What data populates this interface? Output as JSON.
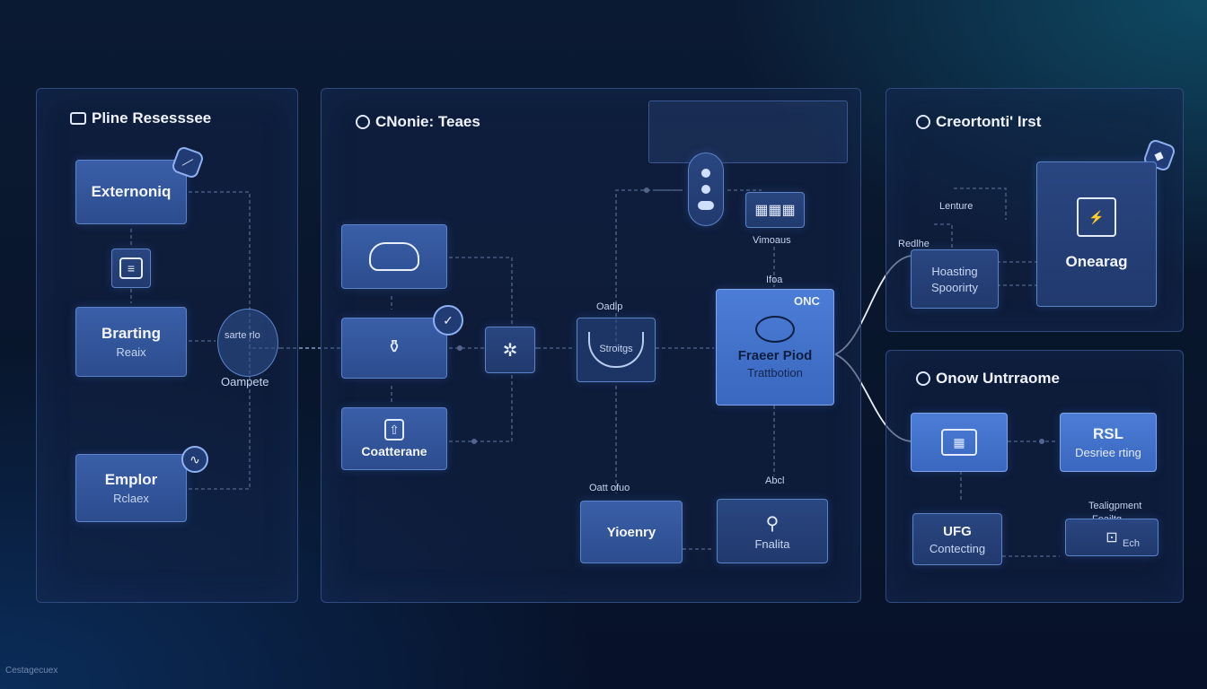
{
  "panels": {
    "left": {
      "title": "Pline Resesssee"
    },
    "center": {
      "title": "CNonie: Teaes"
    },
    "right_top": {
      "title": "Creortonti' Irst"
    },
    "right_bottom": {
      "title": "Onow Untrraome"
    }
  },
  "nodes": {
    "externoniq": {
      "main": "Externoniq"
    },
    "brarting": {
      "main": "Brarting",
      "sub": "Reaix"
    },
    "emplor": {
      "main": "Emplor",
      "sub": "Rclaex"
    },
    "oampete": {
      "label": "Oampete",
      "inner": "sarte rlo"
    },
    "cloud_node": {},
    "center_mid": {},
    "coatterane": {
      "main": "Coatterane"
    },
    "stroitgs": {
      "main": "Stroitgs",
      "top": "Oadlp"
    },
    "process_node": {
      "main": "Fraeer Piod",
      "sub": "Trattbotion",
      "corner": "ONC"
    },
    "vimoaus": {
      "label": "Vimoaus"
    },
    "ifoa": {
      "label": "Ifoa"
    },
    "abcl": {
      "label": "Abcl"
    },
    "ycenry": {
      "main": "Yioenry",
      "top": "Oatt ofuo"
    },
    "search_node": {
      "sub": "Fnalita"
    },
    "lenture": {
      "label": "Lenture"
    },
    "redlhe": {
      "label": "Redlhe"
    },
    "hoasting": {
      "main": "Hoasting",
      "sub": "Spoorirty"
    },
    "onearag": {
      "main": "Onearag"
    },
    "grid_node": {},
    "rsl": {
      "main": "RSL",
      "sub": "Desriee rting"
    },
    "ufg": {
      "main": "UFG",
      "sub": "Contecting"
    },
    "tealigpment": {
      "label": "Tealigpment",
      "sub": "Feailtg"
    },
    "rot_node": {
      "main": "Ech"
    }
  },
  "footer": {
    "text": "Cestagecuex"
  },
  "icons": [
    "route-icon",
    "cloud-icon",
    "check-icon",
    "bag-icon",
    "server-icon",
    "network-icon",
    "bowl-icon",
    "basket-icon",
    "search-icon",
    "upload-icon",
    "grid-icon",
    "robot-icon"
  ],
  "colors": {
    "accent": "#3a67bf",
    "node": "#2c4c8e",
    "border": "#5c83c8",
    "panel_border": "#2f4a7c"
  }
}
